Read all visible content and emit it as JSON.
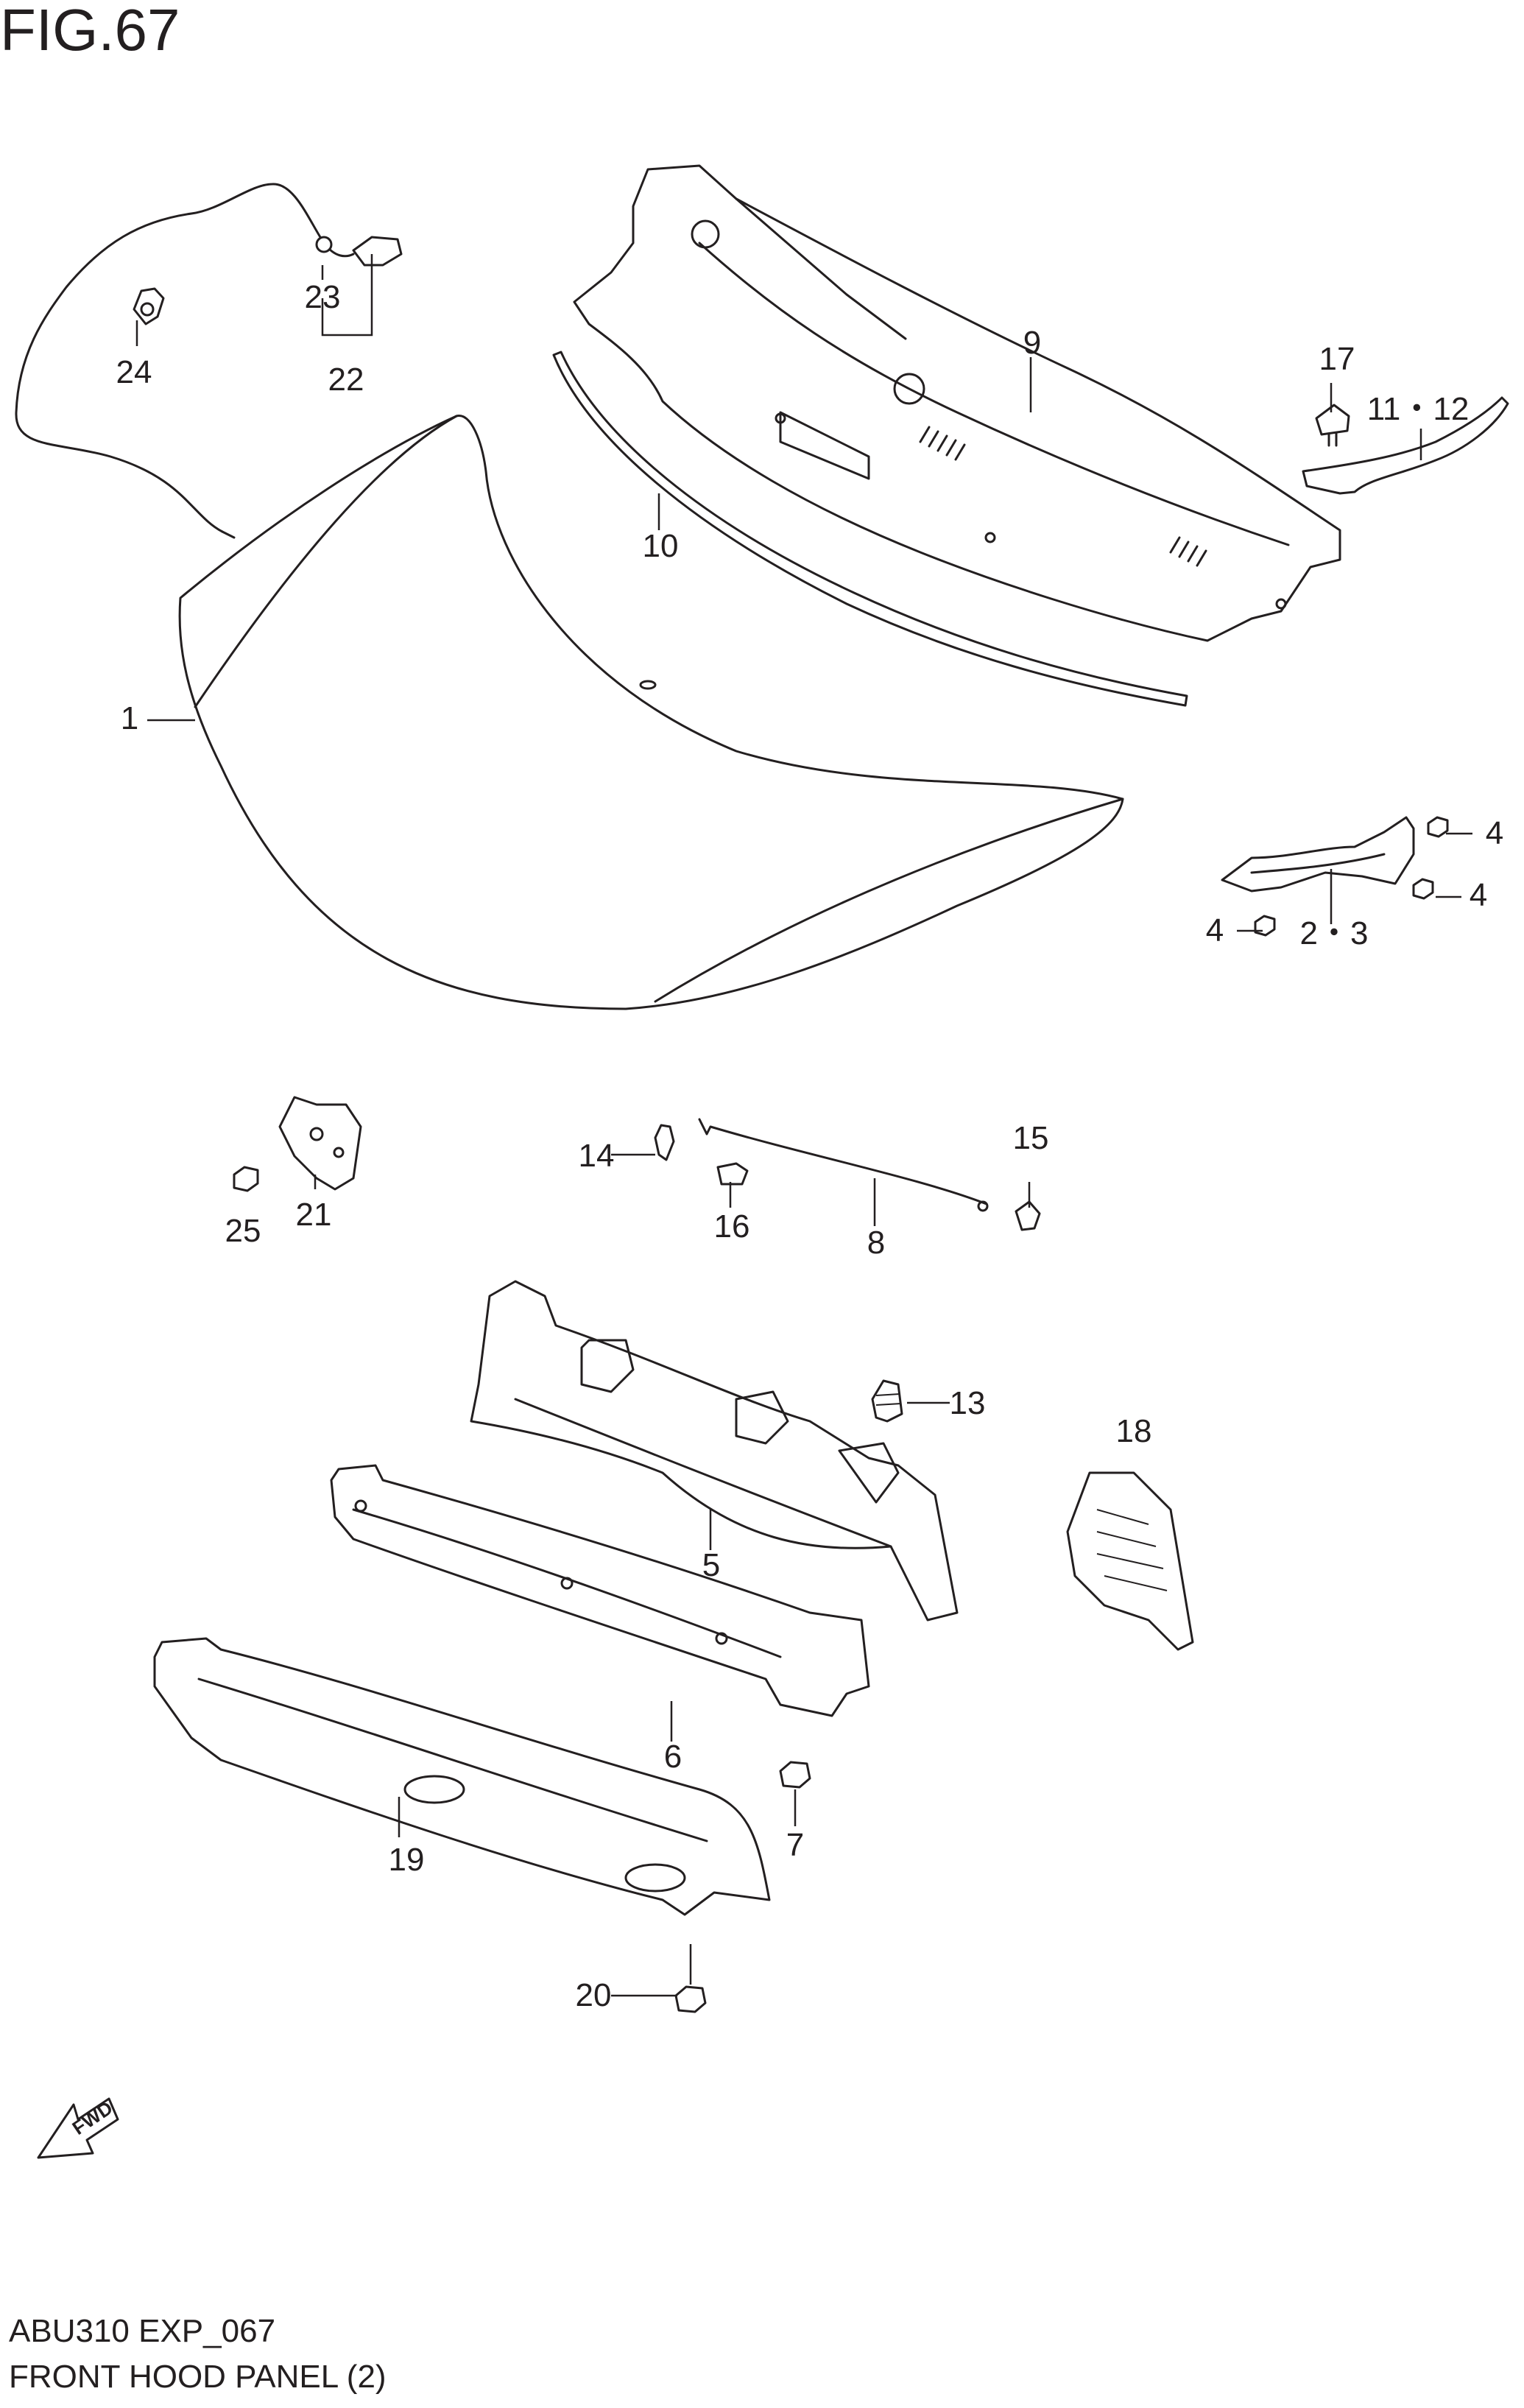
{
  "figure": {
    "title": "FIG.67",
    "code": "ABU310 EXP_067",
    "name": "FRONT HOOD PANEL (2)"
  },
  "direction_indicator": "FWD",
  "callouts": {
    "p1": "1",
    "p2_3": "2・3",
    "p4a": "4",
    "p4b": "4",
    "p4c": "4",
    "p5": "5",
    "p6": "6",
    "p7": "7",
    "p8": "8",
    "p9": "9",
    "p10": "10",
    "p11_12": "11・12",
    "p13": "13",
    "p14": "14",
    "p15": "15",
    "p16": "16",
    "p17": "17",
    "p18": "18",
    "p19": "19",
    "p20": "20",
    "p21": "21",
    "p22": "22",
    "p23": "23",
    "p24": "24",
    "p25": "25"
  }
}
